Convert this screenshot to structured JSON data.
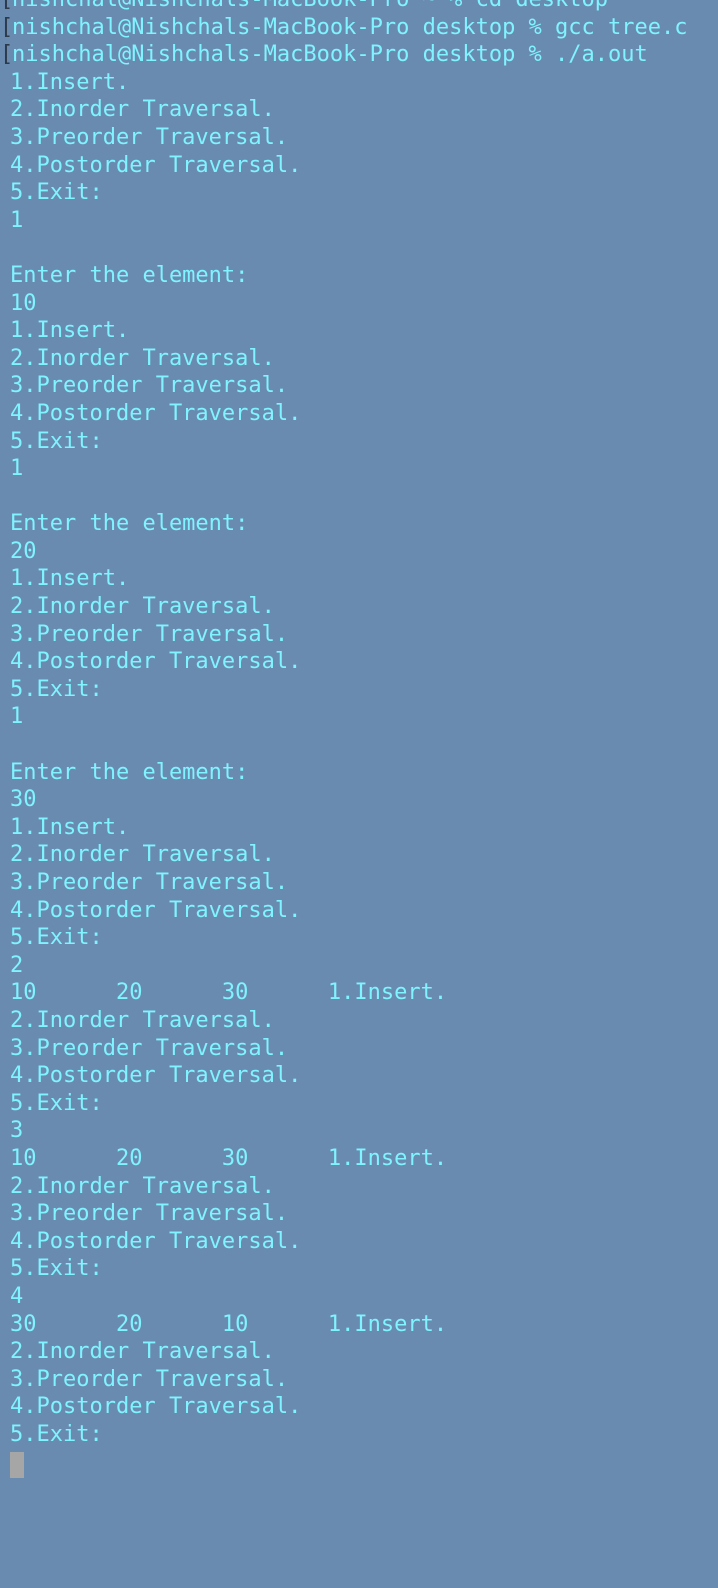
{
  "terminal": {
    "colors": {
      "background": "#6a8bb0",
      "text": "#7ff3ff",
      "cursor": "#a6a6a6"
    },
    "lines": [
      {
        "text": "nishchal@Nishchals-MacBook-Pro ~ % cd desktop",
        "prompt": true
      },
      {
        "text": "nishchal@Nishchals-MacBook-Pro desktop % gcc tree.c",
        "prompt": true
      },
      {
        "text": "nishchal@Nishchals-MacBook-Pro desktop % ./a.out",
        "prompt": true
      },
      {
        "text": "1.Insert.",
        "prompt": false
      },
      {
        "text": "2.Inorder Traversal.",
        "prompt": false
      },
      {
        "text": "3.Preorder Traversal.",
        "prompt": false
      },
      {
        "text": "4.Postorder Traversal.",
        "prompt": false
      },
      {
        "text": "5.Exit:",
        "prompt": false
      },
      {
        "text": "1",
        "prompt": false
      },
      {
        "text": "",
        "prompt": false
      },
      {
        "text": "Enter the element:",
        "prompt": false
      },
      {
        "text": "10",
        "prompt": false
      },
      {
        "text": "1.Insert.",
        "prompt": false
      },
      {
        "text": "2.Inorder Traversal.",
        "prompt": false
      },
      {
        "text": "3.Preorder Traversal.",
        "prompt": false
      },
      {
        "text": "4.Postorder Traversal.",
        "prompt": false
      },
      {
        "text": "5.Exit:",
        "prompt": false
      },
      {
        "text": "1",
        "prompt": false
      },
      {
        "text": "",
        "prompt": false
      },
      {
        "text": "Enter the element:",
        "prompt": false
      },
      {
        "text": "20",
        "prompt": false
      },
      {
        "text": "1.Insert.",
        "prompt": false
      },
      {
        "text": "2.Inorder Traversal.",
        "prompt": false
      },
      {
        "text": "3.Preorder Traversal.",
        "prompt": false
      },
      {
        "text": "4.Postorder Traversal.",
        "prompt": false
      },
      {
        "text": "5.Exit:",
        "prompt": false
      },
      {
        "text": "1",
        "prompt": false
      },
      {
        "text": "",
        "prompt": false
      },
      {
        "text": "Enter the element:",
        "prompt": false
      },
      {
        "text": "30",
        "prompt": false
      },
      {
        "text": "1.Insert.",
        "prompt": false
      },
      {
        "text": "2.Inorder Traversal.",
        "prompt": false
      },
      {
        "text": "3.Preorder Traversal.",
        "prompt": false
      },
      {
        "text": "4.Postorder Traversal.",
        "prompt": false
      },
      {
        "text": "5.Exit:",
        "prompt": false
      },
      {
        "text": "2",
        "prompt": false
      },
      {
        "text": "10      20      30      1.Insert.",
        "prompt": false
      },
      {
        "text": "2.Inorder Traversal.",
        "prompt": false
      },
      {
        "text": "3.Preorder Traversal.",
        "prompt": false
      },
      {
        "text": "4.Postorder Traversal.",
        "prompt": false
      },
      {
        "text": "5.Exit:",
        "prompt": false
      },
      {
        "text": "3",
        "prompt": false
      },
      {
        "text": "10      20      30      1.Insert.",
        "prompt": false
      },
      {
        "text": "2.Inorder Traversal.",
        "prompt": false
      },
      {
        "text": "3.Preorder Traversal.",
        "prompt": false
      },
      {
        "text": "4.Postorder Traversal.",
        "prompt": false
      },
      {
        "text": "5.Exit:",
        "prompt": false
      },
      {
        "text": "4",
        "prompt": false
      },
      {
        "text": "30      20      10      1.Insert.",
        "prompt": false
      },
      {
        "text": "2.Inorder Traversal.",
        "prompt": false
      },
      {
        "text": "3.Preorder Traversal.",
        "prompt": false
      },
      {
        "text": "4.Postorder Traversal.",
        "prompt": false
      },
      {
        "text": "5.Exit:",
        "prompt": false
      }
    ]
  }
}
